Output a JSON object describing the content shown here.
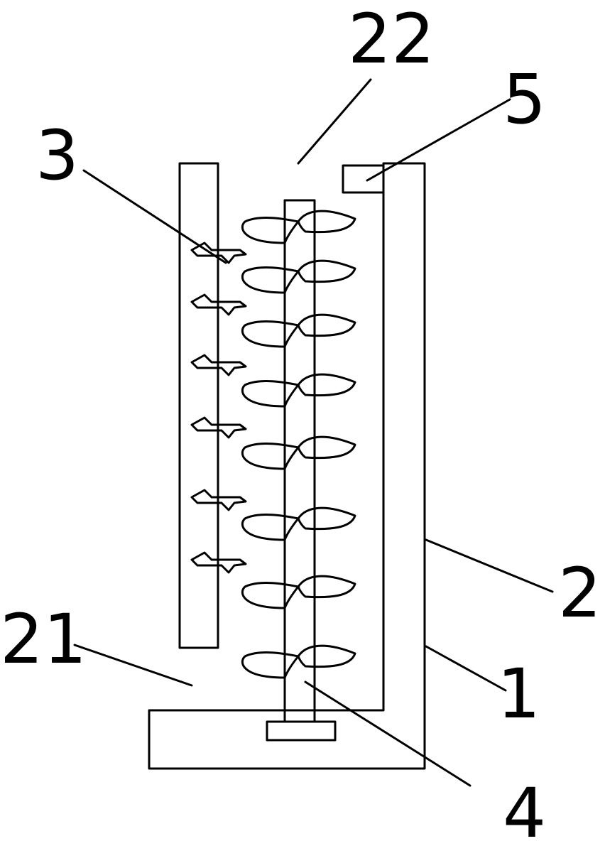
{
  "labels": {
    "ref_22": "22",
    "ref_5": "5",
    "ref_3": "3",
    "ref_2": "2",
    "ref_21": "21",
    "ref_1": "1",
    "ref_4": "4"
  },
  "colors": {
    "line": "#000000",
    "background": "#ffffff"
  },
  "blade_levels": 8,
  "fin_levels": 6
}
